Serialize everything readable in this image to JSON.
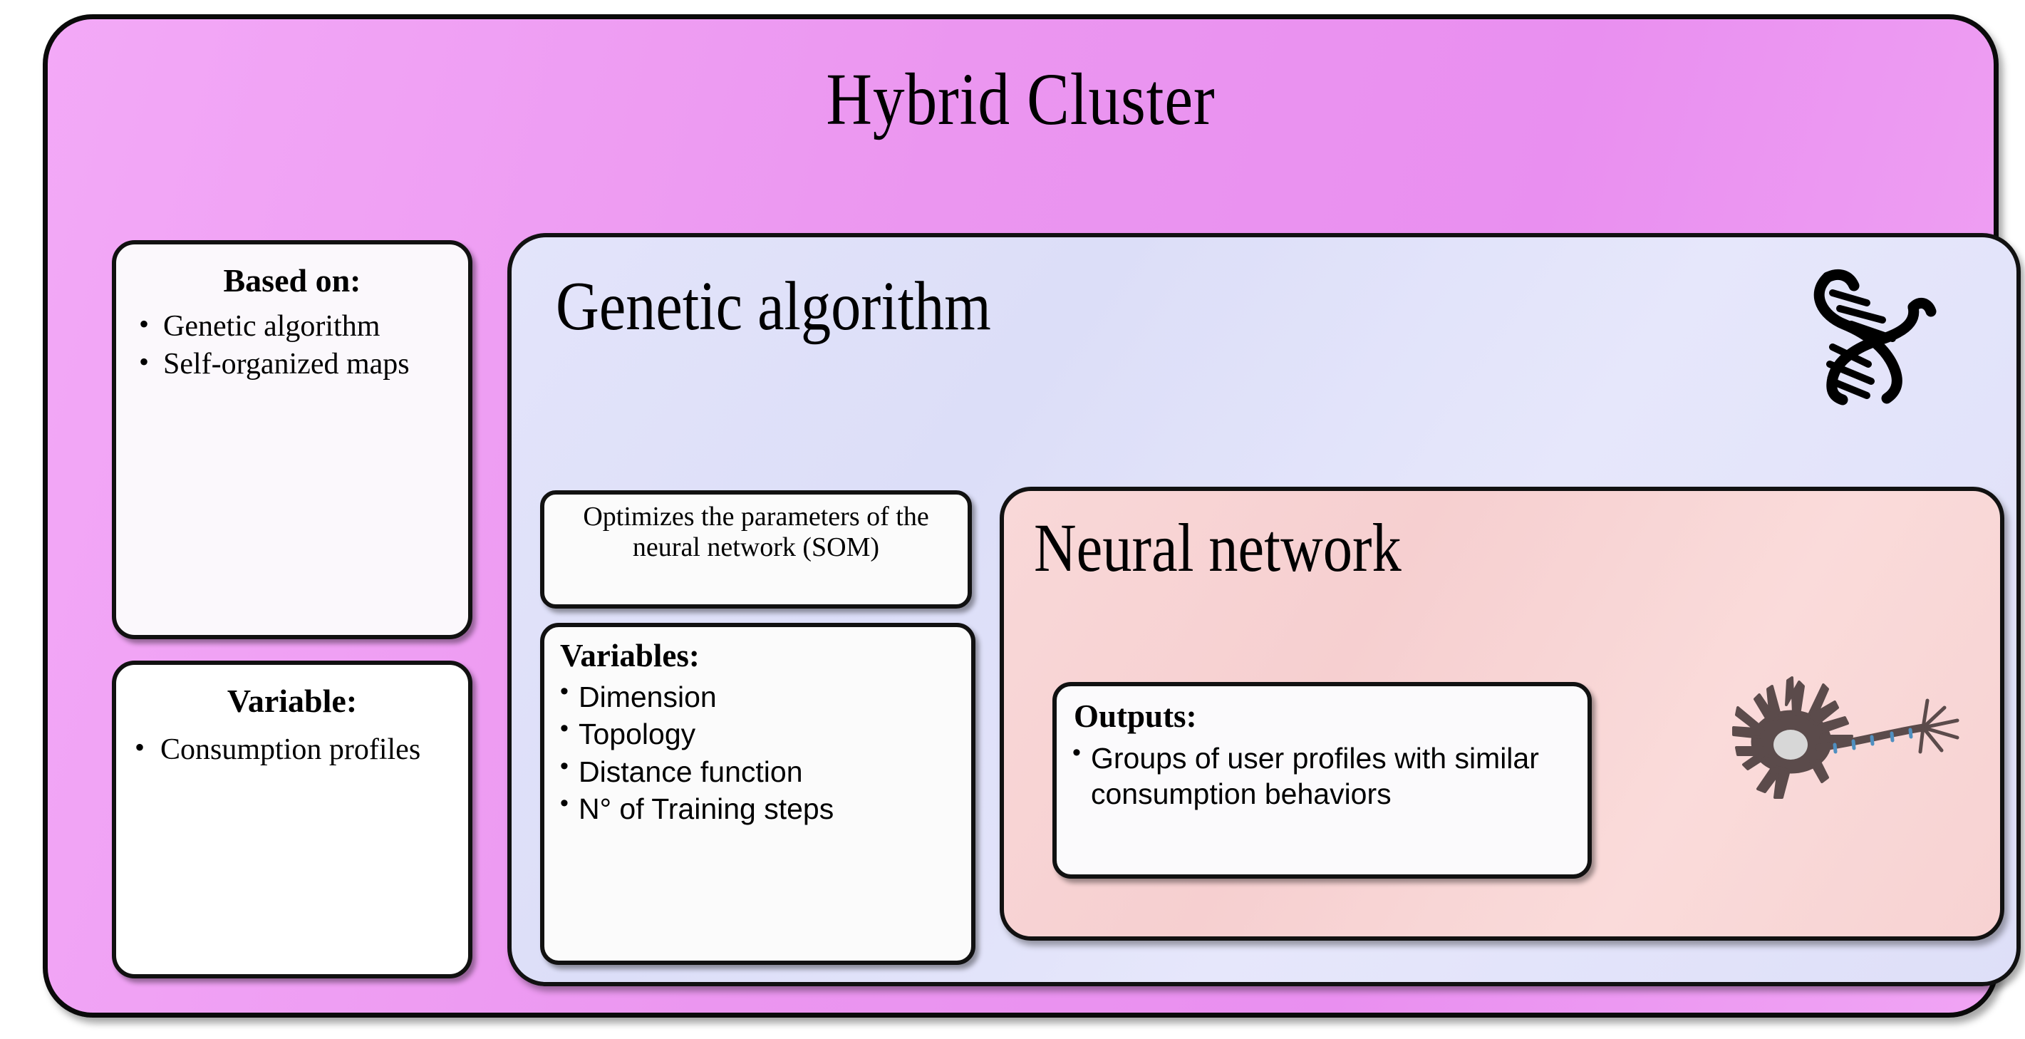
{
  "diagram": {
    "title": "Hybrid Cluster",
    "colors": {
      "outer_fill": "#eb96f0",
      "genetic_fill": "#dedff8",
      "neural_fill": "#f7d2d2",
      "card_fill": "#fbfafc",
      "border": "#111111",
      "neuron_body": "#5b4b4b",
      "neuron_nucleus": "#d7d7d7",
      "neuron_myelin": "#4f8fc0"
    },
    "based_on": {
      "heading": "Based on:",
      "items": [
        "Genetic algorithm",
        "Self-organized maps"
      ]
    },
    "variable": {
      "heading": "Variable:",
      "items": [
        "Consumption profiles"
      ]
    },
    "genetic_algorithm": {
      "title": "Genetic algorithm",
      "icon": "dna-helix-icon",
      "optimizes_note": "Optimizes the parameters of the neural network (SOM)",
      "variables": {
        "heading": "Variables:",
        "items": [
          "Dimension",
          "Topology",
          "Distance function",
          "N° of Training steps"
        ]
      }
    },
    "neural_network": {
      "title": "Neural network",
      "icon": "neuron-icon",
      "outputs": {
        "heading": "Outputs:",
        "items": [
          "Groups of user profiles with similar consumption behaviors"
        ]
      }
    }
  }
}
